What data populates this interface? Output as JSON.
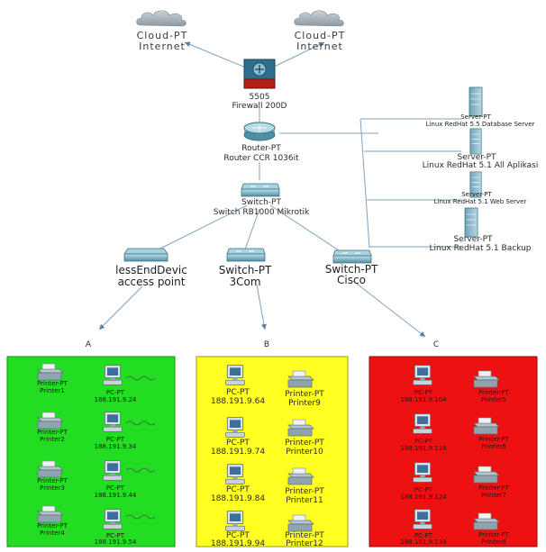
{
  "clouds": [
    {
      "name": "Cloud-PT",
      "sub": "Internet"
    },
    {
      "name": "Cloud-PT",
      "sub": "Internet"
    }
  ],
  "firewall": {
    "model": "5505",
    "name": "Firewall 200D"
  },
  "router": {
    "type": "Router-PT",
    "name": "Router CCR 1036it"
  },
  "core_switch": {
    "type": "Switch-PT",
    "name": "Switch RB1000 Mikrotik"
  },
  "servers": [
    {
      "type": "Server-PT",
      "name": "Linux RedHat 5.5 Database Server"
    },
    {
      "type": "Server-PT",
      "name": "Linux RedHat 5.1 All Aplikasi"
    },
    {
      "type": "Server-PT",
      "name": "Linux RedHat 5.1 Web Server"
    },
    {
      "type": "Server-PT",
      "name": "Linux RedHat 5.1 Backup"
    }
  ],
  "access": [
    {
      "type": "lessEndDevic",
      "name": "access point"
    },
    {
      "type": "Switch-PT",
      "name": "3Com"
    },
    {
      "type": "Switch-PT",
      "name": "Cisco"
    }
  ],
  "zone_letters": [
    "A",
    "B",
    "C"
  ],
  "zones": [
    {
      "color": "#22dd22",
      "printers": [
        {
          "type": "Printer-PT",
          "name": "Printer1"
        },
        {
          "type": "Printer-PT",
          "name": "Printer2"
        },
        {
          "type": "Printer-PT",
          "name": "Printer3"
        },
        {
          "type": "Printer-PT",
          "name": "Printer4"
        }
      ],
      "pcs": [
        {
          "type": "PC-PT",
          "ip": "188.191.9.24"
        },
        {
          "type": "PC-PT",
          "ip": "188.191.9.34"
        },
        {
          "type": "PC-PT",
          "ip": "188.191.9.44"
        },
        {
          "type": "PC-PT",
          "ip": "188.191.9.54"
        }
      ]
    },
    {
      "color": "#ffff22",
      "pcs": [
        {
          "type": "PC-PT",
          "ip": "188.191.9.64"
        },
        {
          "type": "PC-PT",
          "ip": "188.191.9.74"
        },
        {
          "type": "PC-PT",
          "ip": "188.191.9.84"
        },
        {
          "type": "PC-PT",
          "ip": "188.191.9.94"
        }
      ],
      "printers": [
        {
          "type": "Printer-PT",
          "name": "Printer9"
        },
        {
          "type": "Printer-PT",
          "name": "Printer10"
        },
        {
          "type": "Printer-PT",
          "name": "Printer11"
        },
        {
          "type": "Printer-PT",
          "name": "Printer12"
        }
      ]
    },
    {
      "color": "#ee1111",
      "pcs": [
        {
          "type": "PC-PT",
          "ip": "188.191.9.104"
        },
        {
          "type": "PC-PT",
          "ip": "188.191.9.114"
        },
        {
          "type": "PC-PT",
          "ip": "188.191.9.124"
        },
        {
          "type": "PC-PT",
          "ip": "188.191.9.134"
        }
      ],
      "printers": [
        {
          "type": "Printer-PT",
          "name": "Printer5"
        },
        {
          "type": "Printer-PT",
          "name": "Printer6"
        },
        {
          "type": "Printer-PT",
          "name": "Printer7"
        },
        {
          "type": "Printer-PT",
          "name": "Printer8"
        }
      ]
    }
  ]
}
